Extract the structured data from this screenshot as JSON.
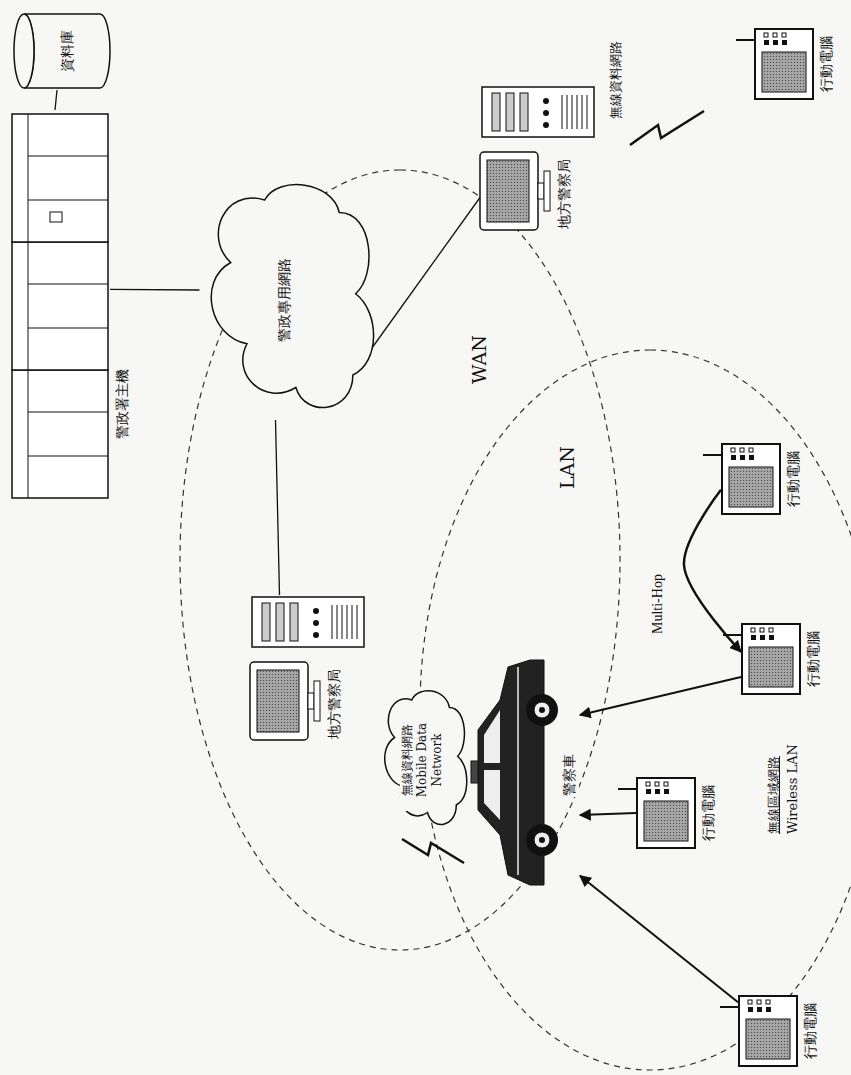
{
  "diagram": {
    "nodes": [
      {
        "text": [
          "警政署主機"
        ]
      },
      {
        "text": [
          "資料庫"
        ]
      },
      {
        "text": [
          "警政專用網路"
        ]
      },
      {
        "text": [
          "地方警察局"
        ]
      },
      {
        "text": [
          "地方警察局"
        ]
      },
      {
        "text": [
          "無線資料網路 Mobile Data Network"
        ]
      },
      {
        "text": [
          "警察車"
        ]
      },
      {
        "text": [
          "行動電腦"
        ]
      },
      {
        "text": [
          "行動電腦"
        ]
      },
      {
        "text": [
          "行動電腦"
        ]
      },
      {
        "text": [
          "行動電腦"
        ]
      },
      {
        "text": [
          "行動電腦"
        ]
      }
    ],
    "edges": [
      {
        "from": 0,
        "to": 1,
        "arrow": "none"
      },
      {
        "from": 0,
        "to": 2,
        "arrow": "none"
      },
      {
        "from": 2,
        "to": 3,
        "arrow": "none"
      },
      {
        "from": 2,
        "to": 4,
        "arrow": "none"
      },
      {
        "from": 8,
        "to": 9,
        "label": "Multi-Hop",
        "arrow": "to"
      },
      {
        "from": 9,
        "to": 6,
        "arrow": "to"
      },
      {
        "from": 10,
        "to": 6,
        "arrow": "to"
      },
      {
        "from": 11,
        "to": 6,
        "arrow": "to"
      }
    ],
    "labels": [
      "WAN",
      "LAN",
      "無線區域網路",
      "Wireless LAN",
      "無線資料網路"
    ]
  }
}
